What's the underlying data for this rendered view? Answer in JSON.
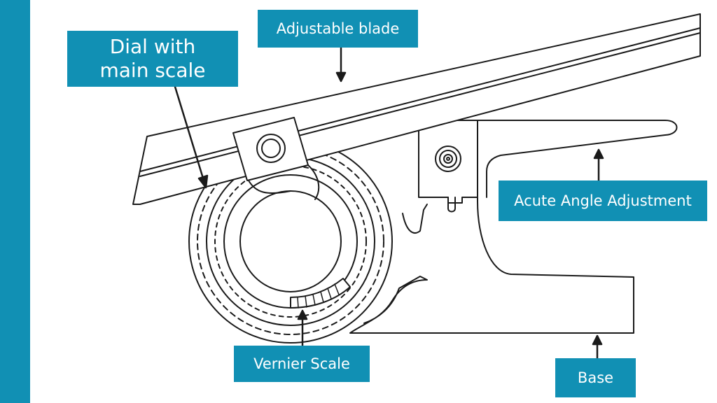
{
  "labels": {
    "adjustable_blade": "Adjustable blade",
    "dial_line1": "Dial with",
    "dial_line2": "main scale",
    "acute_angle": "Acute Angle Adjustment",
    "vernier_scale": "Vernier Scale",
    "base": "Base"
  },
  "colors": {
    "accent": "#1190b4",
    "line": "#1a1a1a",
    "background": "#ffffff"
  }
}
